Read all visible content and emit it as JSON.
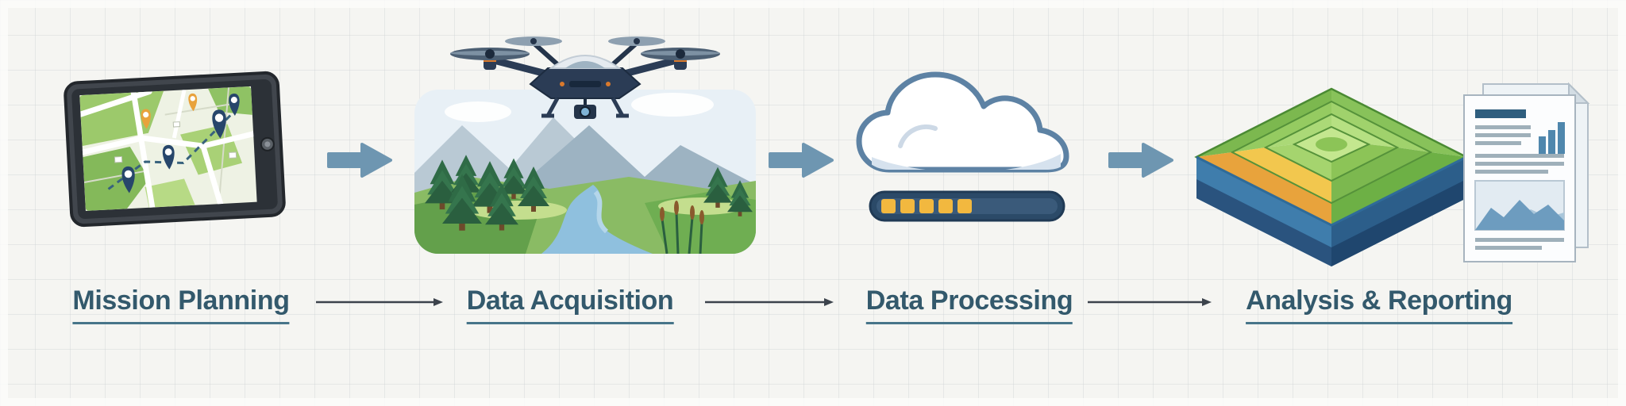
{
  "diagram": {
    "type": "flow",
    "direction": "left-to-right",
    "stages": [
      {
        "label": "Mission Planning",
        "icon": "tablet-map-icon"
      },
      {
        "label": "Data Acquisition",
        "icon": "drone-landscape-icon"
      },
      {
        "label": "Data Processing",
        "icon": "cloud-progress-icon"
      },
      {
        "label": "Analysis & Reporting",
        "icon": "terrain-report-icon"
      }
    ],
    "connectors": {
      "between_icons": "block-arrow-right",
      "between_labels": "thin-arrow-right"
    }
  },
  "progress_bar": {
    "segments_filled": 5,
    "fill_color": "#f2b83f",
    "track_color": "#2b4a68"
  },
  "colors": {
    "background": "#f5f5f2",
    "grid_line": "#cbd0d3",
    "block_arrow": "#6e96b1",
    "label_text": "#33596c",
    "label_underline": "#47758a",
    "terrain_green": "#7cb84f",
    "terrain_orange": "#e8a33c",
    "terrain_yellow": "#f2c74e",
    "terrain_side_blue": "#3f7dac"
  }
}
